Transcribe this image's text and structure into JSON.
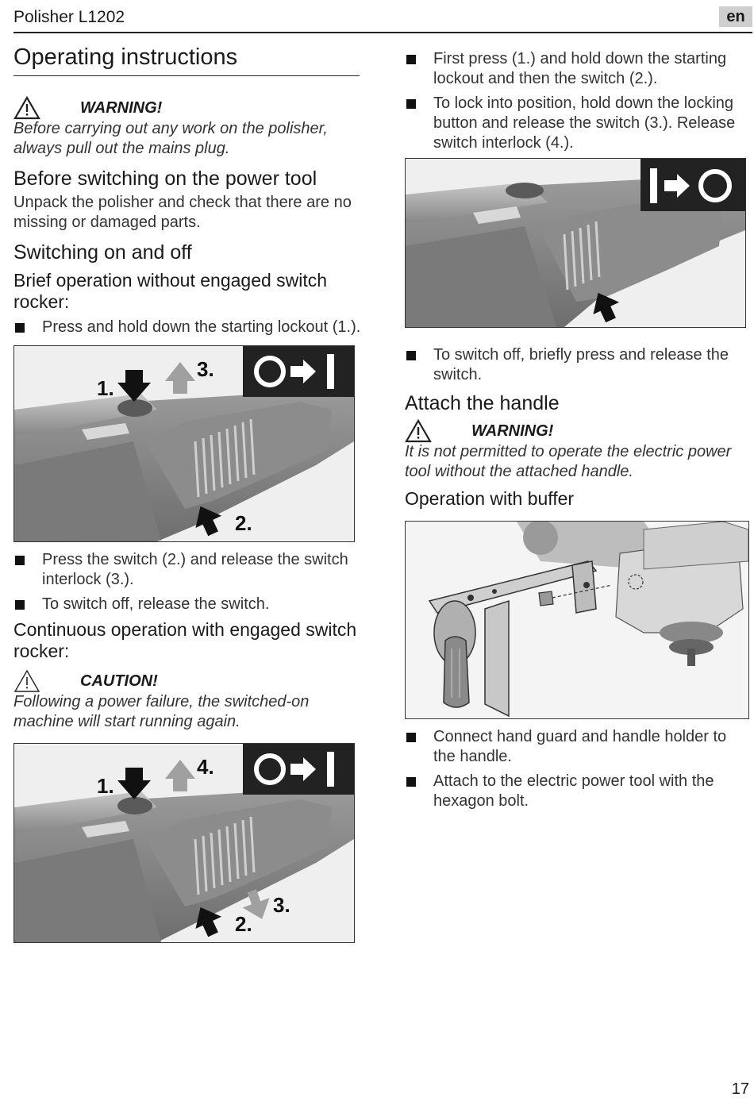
{
  "header": {
    "title": "Polisher L1202",
    "lang": "en"
  },
  "page_number": "17",
  "left": {
    "section_title": "Operating instructions",
    "warning1": {
      "label": "WARNING!",
      "text": "Before carrying out any work on the polisher, always pull out the mains plug."
    },
    "before": {
      "heading": "Before switching on the power tool",
      "text": "Unpack the polisher and check that there are no missing or damaged parts."
    },
    "switching_heading": "Switching on and off",
    "brief": {
      "heading": "Brief operation without engaged switch rocker:",
      "item1": "Press and hold down the starting lockout (1.).",
      "item2": "Press the switch (2.) and release the switch interlock (3.).",
      "item3": "To switch off, release the switch."
    },
    "fig1": {
      "n1": "1.",
      "n2": "2.",
      "n3": "3."
    },
    "continuous": {
      "heading": "Continuous operation with engaged switch rocker:"
    },
    "caution": {
      "label": "CAUTION!",
      "text": "Following a power failure, the switched-on machine will start running again."
    },
    "fig2": {
      "n1": "1.",
      "n2": "2.",
      "n3": "3.",
      "n4": "4."
    }
  },
  "right": {
    "item1": "First press (1.) and hold down the starting lockout and then the switch (2.).",
    "item2": "To lock into position, hold down the locking button and release the switch (3.). Release switch interlock (4.).",
    "item3": "To switch off, briefly press and release the switch.",
    "attach_heading": "Attach the handle",
    "warning2": {
      "label": "WARNING!",
      "text": "It is not permitted to operate the electric power tool without the attached handle."
    },
    "buffer_heading": "Operation with buffer",
    "item4": "Connect hand guard and handle holder to the handle.",
    "item5": "Attach to the electric power tool with the hexagon bolt."
  }
}
